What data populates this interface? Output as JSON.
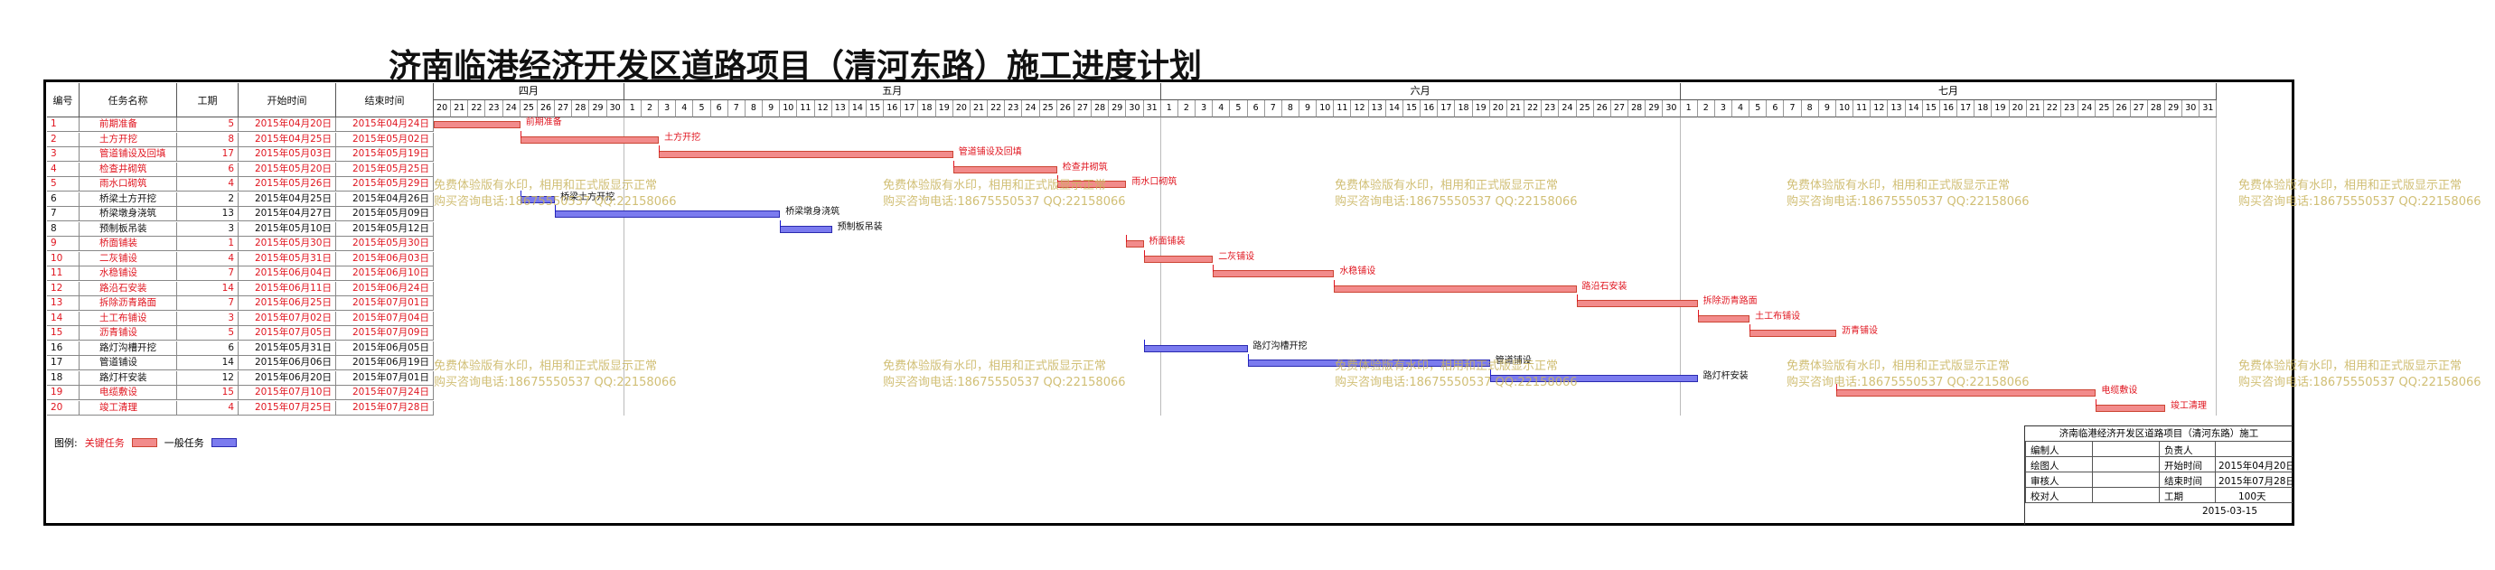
{
  "title": "济南临港经济开发区道路项目（清河东路）施工进度计划",
  "columns": {
    "id": "编号",
    "name": "任务名称",
    "duration": "工期",
    "start": "开始时间",
    "end": "结束时间"
  },
  "months": [
    "四月",
    "五月",
    "六月",
    "七月"
  ],
  "days": {
    "april": [
      "20",
      "21",
      "22",
      "23",
      "24",
      "25",
      "26",
      "27",
      "28",
      "29",
      "30"
    ],
    "may": [
      "1",
      "2",
      "3",
      "4",
      "5",
      "6",
      "7",
      "8",
      "9",
      "10",
      "11",
      "12",
      "13",
      "14",
      "15",
      "16",
      "17",
      "18",
      "19",
      "20",
      "21",
      "22",
      "23",
      "24",
      "25",
      "26",
      "27",
      "28",
      "29",
      "30",
      "31"
    ],
    "june": [
      "1",
      "2",
      "3",
      "4",
      "5",
      "6",
      "7",
      "8",
      "9",
      "10",
      "11",
      "12",
      "13",
      "14",
      "15",
      "16",
      "17",
      "18",
      "19",
      "20",
      "21",
      "22",
      "23",
      "24",
      "25",
      "26",
      "27",
      "28",
      "29",
      "30"
    ],
    "july": [
      "1",
      "2",
      "3",
      "4",
      "5",
      "6",
      "7",
      "8",
      "9",
      "10",
      "11",
      "12",
      "13",
      "14",
      "15",
      "16",
      "17",
      "18",
      "19",
      "20",
      "21",
      "22",
      "23",
      "24",
      "25",
      "26",
      "27",
      "28",
      "29",
      "30",
      "31"
    ]
  },
  "tasks": [
    {
      "id": "1",
      "name": "前期准备",
      "duration": "5",
      "start": "2015年04月20日",
      "end": "2015年04月24日",
      "critical": true,
      "s": 0,
      "d": 5
    },
    {
      "id": "2",
      "name": "土方开挖",
      "duration": "8",
      "start": "2015年04月25日",
      "end": "2015年05月02日",
      "critical": true,
      "s": 5,
      "d": 8
    },
    {
      "id": "3",
      "name": "管道铺设及回填",
      "duration": "17",
      "start": "2015年05月03日",
      "end": "2015年05月19日",
      "critical": true,
      "s": 13,
      "d": 17
    },
    {
      "id": "4",
      "name": "检查井砌筑",
      "duration": "6",
      "start": "2015年05月20日",
      "end": "2015年05月25日",
      "critical": true,
      "s": 30,
      "d": 6
    },
    {
      "id": "5",
      "name": "雨水口砌筑",
      "duration": "4",
      "start": "2015年05月26日",
      "end": "2015年05月29日",
      "critical": true,
      "s": 36,
      "d": 4
    },
    {
      "id": "6",
      "name": "桥梁土方开挖",
      "duration": "2",
      "start": "2015年04月25日",
      "end": "2015年04月26日",
      "critical": false,
      "s": 5,
      "d": 2
    },
    {
      "id": "7",
      "name": "桥梁墩身浇筑",
      "duration": "13",
      "start": "2015年04月27日",
      "end": "2015年05月09日",
      "critical": false,
      "s": 7,
      "d": 13
    },
    {
      "id": "8",
      "name": "预制板吊装",
      "duration": "3",
      "start": "2015年05月10日",
      "end": "2015年05月12日",
      "critical": false,
      "s": 20,
      "d": 3
    },
    {
      "id": "9",
      "name": "桥面铺装",
      "duration": "1",
      "start": "2015年05月30日",
      "end": "2015年05月30日",
      "critical": true,
      "s": 40,
      "d": 1
    },
    {
      "id": "10",
      "name": "二灰铺设",
      "duration": "4",
      "start": "2015年05月31日",
      "end": "2015年06月03日",
      "critical": true,
      "s": 41,
      "d": 4
    },
    {
      "id": "11",
      "name": "水稳铺设",
      "duration": "7",
      "start": "2015年06月04日",
      "end": "2015年06月10日",
      "critical": true,
      "s": 45,
      "d": 7
    },
    {
      "id": "12",
      "name": "路沿石安装",
      "duration": "14",
      "start": "2015年06月11日",
      "end": "2015年06月24日",
      "critical": true,
      "s": 52,
      "d": 14
    },
    {
      "id": "13",
      "name": "拆除沥青路面",
      "duration": "7",
      "start": "2015年06月25日",
      "end": "2015年07月01日",
      "critical": true,
      "s": 66,
      "d": 7
    },
    {
      "id": "14",
      "name": "土工布铺设",
      "duration": "3",
      "start": "2015年07月02日",
      "end": "2015年07月04日",
      "critical": true,
      "s": 73,
      "d": 3
    },
    {
      "id": "15",
      "name": "沥青铺设",
      "duration": "5",
      "start": "2015年07月05日",
      "end": "2015年07月09日",
      "critical": true,
      "s": 76,
      "d": 5
    },
    {
      "id": "16",
      "name": "路灯沟槽开挖",
      "duration": "6",
      "start": "2015年05月31日",
      "end": "2015年06月05日",
      "critical": false,
      "s": 41,
      "d": 6
    },
    {
      "id": "17",
      "name": "管道铺设",
      "duration": "14",
      "start": "2015年06月06日",
      "end": "2015年06月19日",
      "critical": false,
      "s": 47,
      "d": 14
    },
    {
      "id": "18",
      "name": "路灯杆安装",
      "duration": "12",
      "start": "2015年06月20日",
      "end": "2015年07月01日",
      "critical": false,
      "s": 61,
      "d": 12
    },
    {
      "id": "19",
      "name": "电缆敷设",
      "duration": "15",
      "start": "2015年07月10日",
      "end": "2015年07月24日",
      "critical": true,
      "s": 81,
      "d": 15
    },
    {
      "id": "20",
      "name": "竣工清理",
      "duration": "4",
      "start": "2015年07月25日",
      "end": "2015年07月28日",
      "critical": true,
      "s": 96,
      "d": 4
    }
  ],
  "watermark": {
    "line1": "免费体验版有水印，相用和正式版显示正常",
    "line2": "购买咨询电话:18675550537 QQ:22158066"
  },
  "legend": {
    "label": "图例:",
    "critical": "关键任务",
    "normal": "一般任务"
  },
  "title_block": {
    "project": "济南临港经济开发区道路项目（清河东路）施工",
    "rows": [
      {
        "k1": "编制人",
        "v1": "",
        "k2": "负责人",
        "v2": ""
      },
      {
        "k1": "绘图人",
        "v1": "",
        "k2": "开始时间",
        "v2": "2015年04月20日"
      },
      {
        "k1": "审核人",
        "v1": "",
        "k2": "结束时间",
        "v2": "2015年07月28日"
      },
      {
        "k1": "校对人",
        "v1": "",
        "k2": "工期",
        "v2": "100天"
      }
    ],
    "date": "2015-03-15"
  },
  "colors": {
    "critical": "#f28b8b",
    "normal": "#7b7bef",
    "critical_text": "#e0151f",
    "watermark": "#c9b45e"
  }
}
